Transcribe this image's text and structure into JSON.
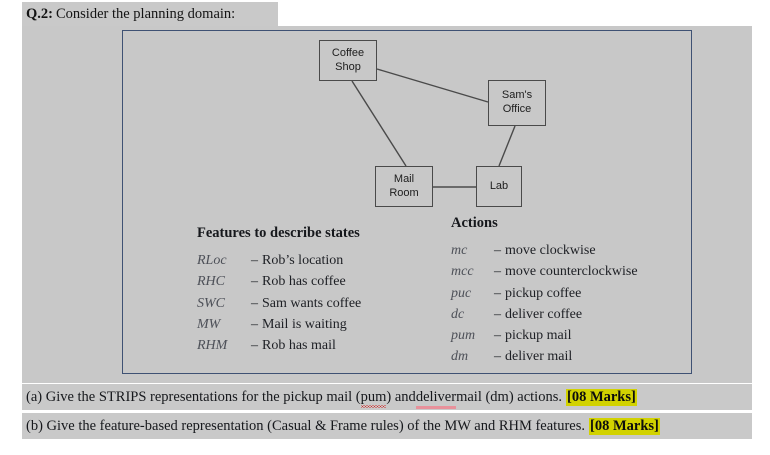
{
  "header": {
    "q_label": "Q.2:",
    "q_text": "Consider the planning domain:"
  },
  "figure": {
    "nodes": [
      {
        "id": "coffee-shop",
        "line1": "Coffee",
        "line2": "Shop"
      },
      {
        "id": "sams-office",
        "line1": "Sam's",
        "line2": "Office"
      },
      {
        "id": "mail-room",
        "line1": "Mail",
        "line2": "Room"
      },
      {
        "id": "lab",
        "line1": "Lab",
        "line2": ""
      }
    ],
    "edges": [
      {
        "from": "coffee-shop",
        "to": "sams-office"
      },
      {
        "from": "coffee-shop",
        "to": "mail-room"
      },
      {
        "from": "sams-office",
        "to": "lab"
      },
      {
        "from": "mail-room",
        "to": "lab"
      }
    ],
    "features": {
      "heading": "Features to describe states",
      "items": [
        {
          "term": "RLoc",
          "dash": "–",
          "desc": "Rob’s location"
        },
        {
          "term": "RHC",
          "dash": "–",
          "desc": "Rob has coffee"
        },
        {
          "term": "SWC",
          "dash": "–",
          "desc": "Sam wants coffee"
        },
        {
          "term": "MW",
          "dash": "–",
          "desc": "Mail is waiting"
        },
        {
          "term": "RHM",
          "dash": "–",
          "desc": "Rob has mail"
        }
      ]
    },
    "actions": {
      "heading": "Actions",
      "items": [
        {
          "term": "mc",
          "dash": "–",
          "desc": "move clockwise"
        },
        {
          "term": "mcc",
          "dash": "–",
          "desc": "move counterclockwise"
        },
        {
          "term": "puc",
          "dash": "–",
          "desc": "pickup coffee"
        },
        {
          "term": "dc",
          "dash": "–",
          "desc": "deliver coffee"
        },
        {
          "term": "pum",
          "dash": "–",
          "desc": "pickup mail"
        },
        {
          "term": "dm",
          "dash": "–",
          "desc": "deliver mail"
        }
      ]
    }
  },
  "questions": {
    "a": {
      "seg1": "(a) Give the STRIPS representations for the pickup mail (",
      "misspelled": "pum",
      "seg2": ") and ",
      "underlined": "deliver",
      "seg3": " mail (dm) actions.",
      "marks": "[08 Marks]"
    },
    "b": {
      "text": "(b) Give the feature-based representation (Casual & Frame rules) of the MW and RHM features.",
      "marks": "[08 Marks]"
    }
  },
  "colors": {
    "panel_bg": "#c8c8c8",
    "panel_border": "#3f5274",
    "highlight": "#d2d200",
    "spellcheck_red": "#d02b2b",
    "grammar_pink": "#e8919b"
  }
}
